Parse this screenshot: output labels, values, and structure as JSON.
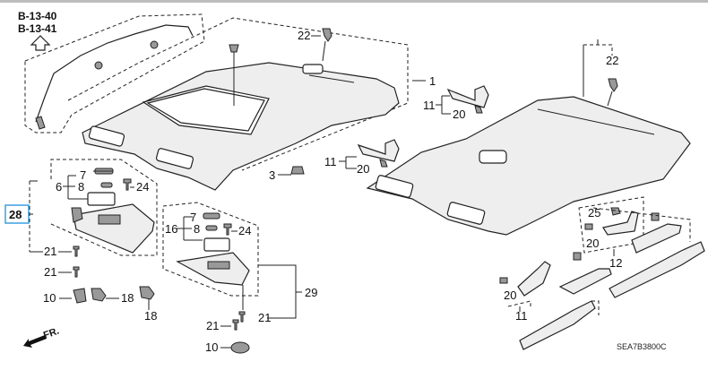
{
  "diagram": {
    "code": "SEA7B3800C",
    "references": [
      "B-13-40",
      "B-13-41"
    ],
    "front_indicator": "FR.",
    "highlighted_callout": "28",
    "callouts": {
      "c1": "1",
      "c3": "3",
      "c6": "6",
      "c7a": "7",
      "c7b": "7",
      "c8a": "8",
      "c8b": "8",
      "c10a": "10",
      "c10b": "10",
      "c11a": "11",
      "c11b": "11",
      "c11c": "11",
      "c12": "12",
      "c16": "16",
      "c18a": "18",
      "c18b": "18",
      "c20a": "20",
      "c20b": "20",
      "c20c": "20",
      "c20d": "20",
      "c21a": "21",
      "c21b": "21",
      "c21c": "21",
      "c21d": "21",
      "c22a": "22",
      "c22b": "22",
      "c24a": "24",
      "c24b": "24",
      "c25": "25",
      "c28": "28",
      "c29": "29"
    }
  }
}
